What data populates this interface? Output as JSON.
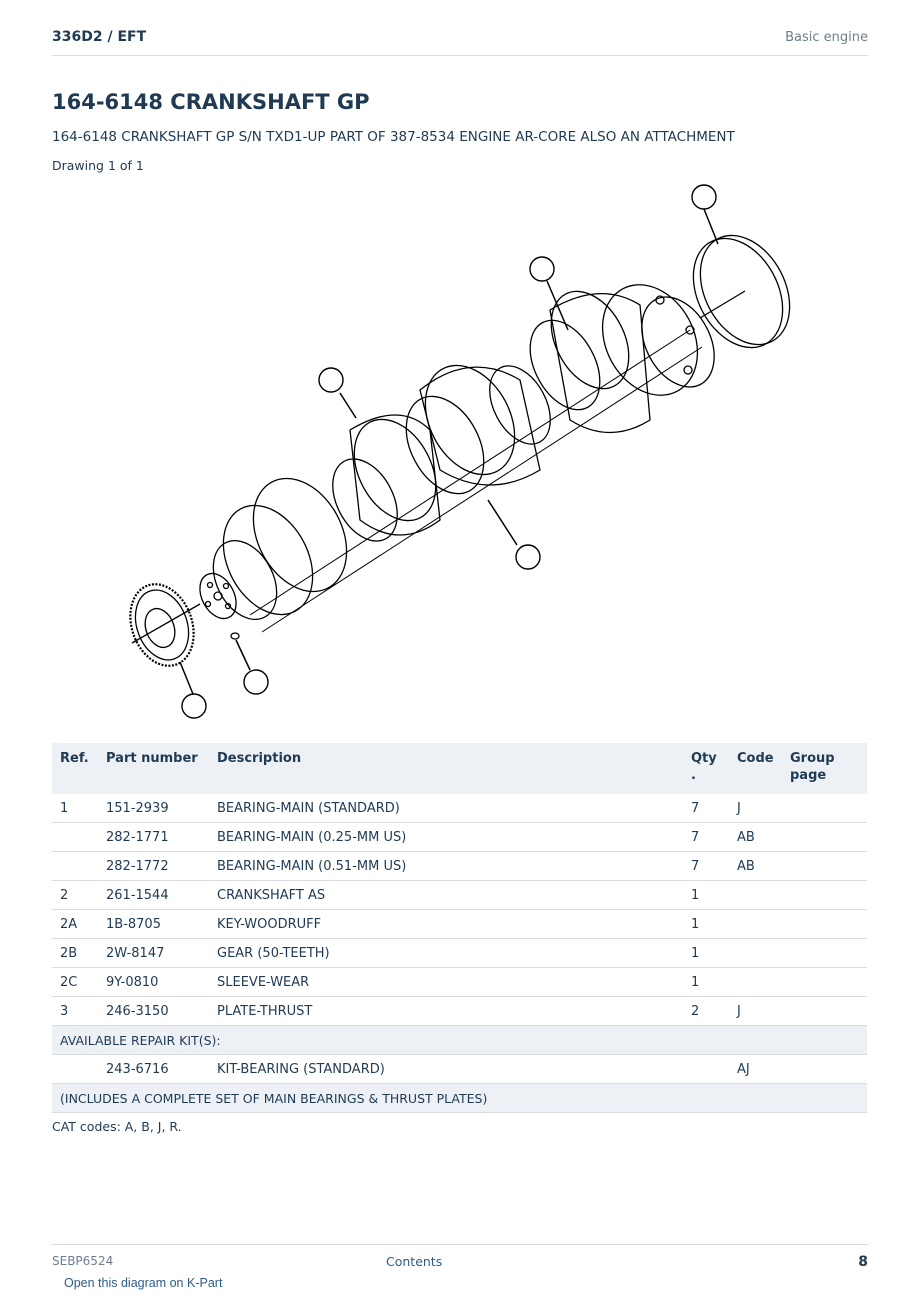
{
  "header": {
    "model": "336D2  /  EFT",
    "section": "Basic engine"
  },
  "title": "164-6148 CRANKSHAFT GP",
  "subtitle": "164-6148 CRANKSHAFT GP S/N TXD1-UP PART OF 387-8534 ENGINE AR-CORE ALSO AN ATTACHMENT",
  "drawing_count": "Drawing 1 of 1",
  "table": {
    "headers": {
      "ref": "Ref.",
      "part_number": "Part number",
      "description": "Description",
      "qty": "Qty\n.",
      "code": "Code",
      "group_page": "Group\npage"
    },
    "rows": [
      {
        "ref": "1",
        "part": "151-2939",
        "desc": "BEARING-MAIN (STANDARD)",
        "qty": "7",
        "code": "J",
        "group": ""
      },
      {
        "ref": "",
        "part": "282-1771",
        "desc": "BEARING-MAIN (0.25-MM US)",
        "qty": "7",
        "code": "AB",
        "group": ""
      },
      {
        "ref": "",
        "part": "282-1772",
        "desc": "BEARING-MAIN (0.51-MM US)",
        "qty": "7",
        "code": "AB",
        "group": ""
      },
      {
        "ref": "2",
        "part": "261-1544",
        "desc": "CRANKSHAFT AS",
        "qty": "1",
        "code": "",
        "group": ""
      },
      {
        "ref": "2A",
        "part": "1B-8705",
        "desc": "KEY-WOODRUFF",
        "qty": "1",
        "code": "",
        "group": ""
      },
      {
        "ref": "2B",
        "part": "2W-8147",
        "desc": "GEAR (50-TEETH)",
        "qty": "1",
        "code": "",
        "group": ""
      },
      {
        "ref": "2C",
        "part": "9Y-0810",
        "desc": "SLEEVE-WEAR",
        "qty": "1",
        "code": "",
        "group": ""
      },
      {
        "ref": "3",
        "part": "246-3150",
        "desc": "PLATE-THRUST",
        "qty": "2",
        "code": "J",
        "group": ""
      }
    ],
    "repair_kit_note": "AVAILABLE REPAIR KIT(S):",
    "kit_row": {
      "ref": "",
      "part": "243-6716",
      "desc": "KIT-BEARING (STANDARD)",
      "qty": "",
      "code": "AJ",
      "group": ""
    },
    "includes_note": "(INCLUDES A COMPLETE SET OF MAIN BEARINGS & THRUST PLATES)"
  },
  "cat_codes": "CAT codes: A, B, J, R.",
  "footer": {
    "doc_id": "SEBP6524",
    "contents_link": "Contents",
    "page_number": "8"
  },
  "kpart_link": "Open this diagram on K-Part"
}
